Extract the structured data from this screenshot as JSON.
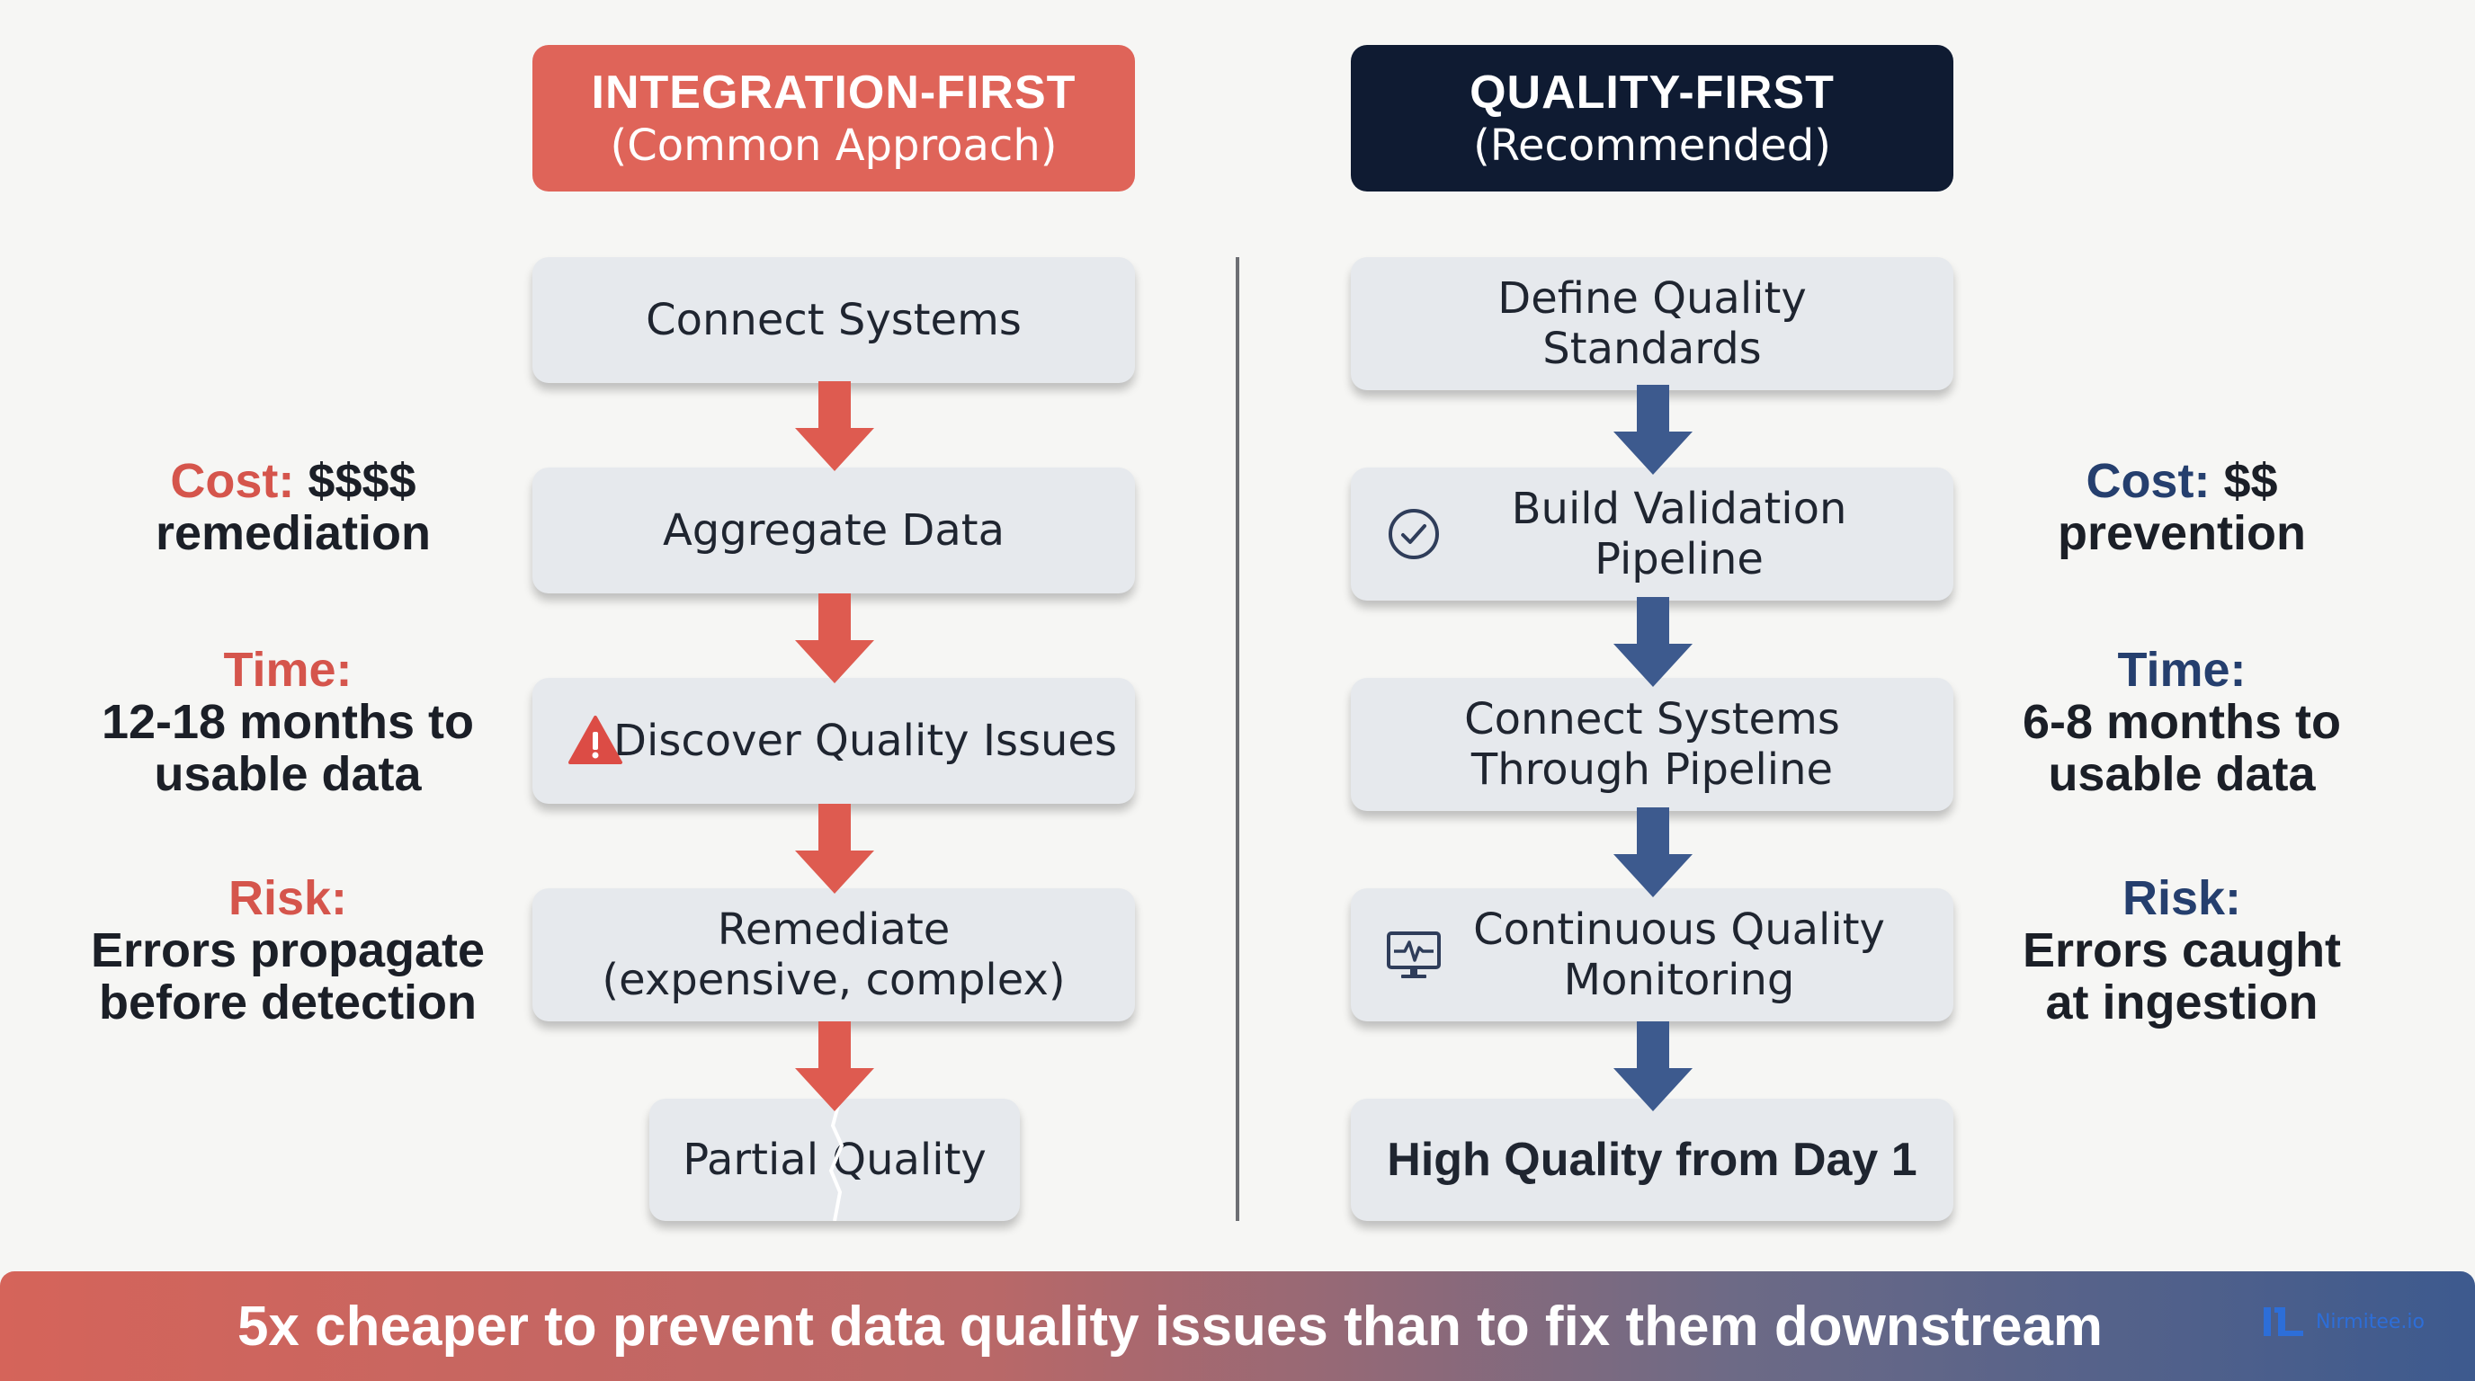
{
  "left": {
    "header_title": "INTEGRATION-FIRST",
    "header_subtitle": "(Common Approach)",
    "steps": [
      "Connect Systems",
      "Aggregate Data",
      "Discover Quality Issues",
      "Remediate\n(expensive, complex)",
      "Partial Quality"
    ],
    "cost_label": "Cost:",
    "cost_value": "$$$$",
    "cost_note": "remediation",
    "time_label": "Time:",
    "time_value": "12-18 months to\nusable data",
    "risk_label": "Risk:",
    "risk_value": "Errors propagate\nbefore detection",
    "color": "#df6459"
  },
  "right": {
    "header_title": "QUALITY-FIRST",
    "header_subtitle": "(Recommended)",
    "steps": [
      "Define Quality\nStandards",
      "Build Validation\nPipeline",
      "Connect Systems\nThrough Pipeline",
      "Continuous Quality\nMonitoring",
      "High Quality from Day 1"
    ],
    "cost_label": "Cost:",
    "cost_value": "$$",
    "cost_note": "prevention",
    "time_label": "Time:",
    "time_value": "6-8 months to\nusable data",
    "risk_label": "Risk:",
    "risk_value": "Errors caught\nat ingestion",
    "color": "#0f1b32"
  },
  "icons": {
    "warning": "warning-triangle-icon",
    "validation": "check-circle-icon",
    "monitoring": "monitor-pulse-icon",
    "logo": "nirmitee-logo-icon"
  },
  "footer": {
    "text": "5x cheaper to prevent data quality issues than to fix them downstream",
    "logo_text": "Nirmitee.io"
  }
}
